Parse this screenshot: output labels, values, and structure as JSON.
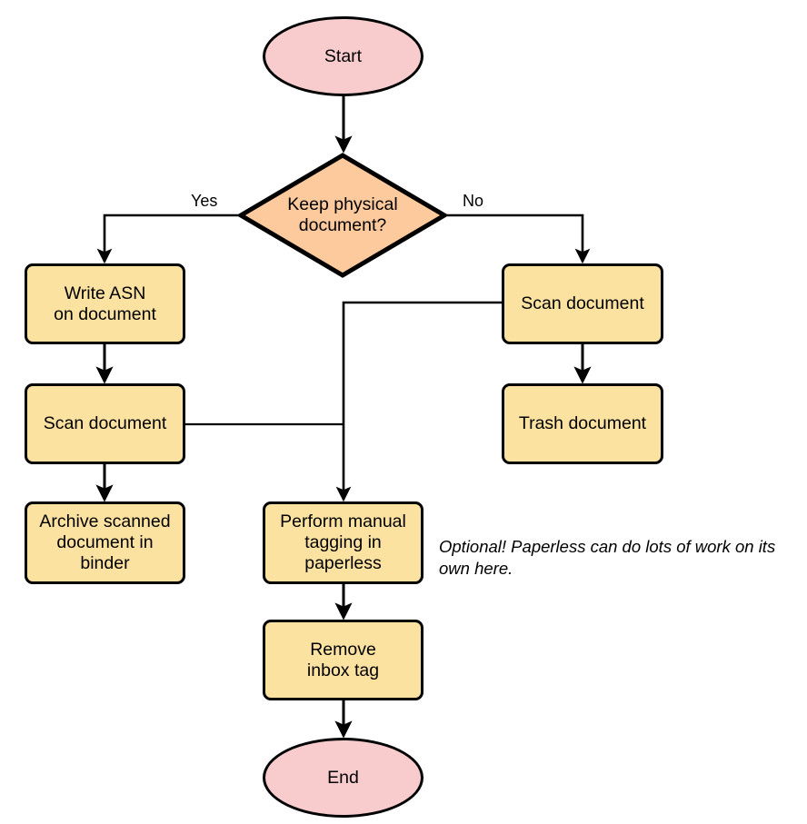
{
  "diagram": {
    "type": "flowchart",
    "title": "",
    "colors": {
      "terminal_fill": "#f8cccc",
      "process_fill": "#fbe2a1",
      "decision_fill": "#fcca9c",
      "stroke": "#000000",
      "background": "#ffffff",
      "text": "#000000"
    },
    "nodes": {
      "start": {
        "label": "Start",
        "shape": "ellipse"
      },
      "decision_keep": {
        "label": "Keep physical\ndocument?",
        "shape": "diamond"
      },
      "write_asn": {
        "label": "Write ASN\non document",
        "shape": "process"
      },
      "scan_left": {
        "label": "Scan document",
        "shape": "process"
      },
      "archive": {
        "label": "Archive scanned\ndocument in\nbinder",
        "shape": "process"
      },
      "scan_right": {
        "label": "Scan document",
        "shape": "process"
      },
      "trash": {
        "label": "Trash document",
        "shape": "process"
      },
      "manual_tagging": {
        "label": "Perform manual\ntagging in\npaperless",
        "shape": "process"
      },
      "remove_inbox": {
        "label": "Remove\ninbox tag",
        "shape": "process"
      },
      "end": {
        "label": "End",
        "shape": "ellipse"
      }
    },
    "edge_labels": {
      "yes": "Yes",
      "no": "No"
    },
    "annotations": {
      "optional_note": "Optional! Paperless can do lots of work on its own here."
    }
  }
}
